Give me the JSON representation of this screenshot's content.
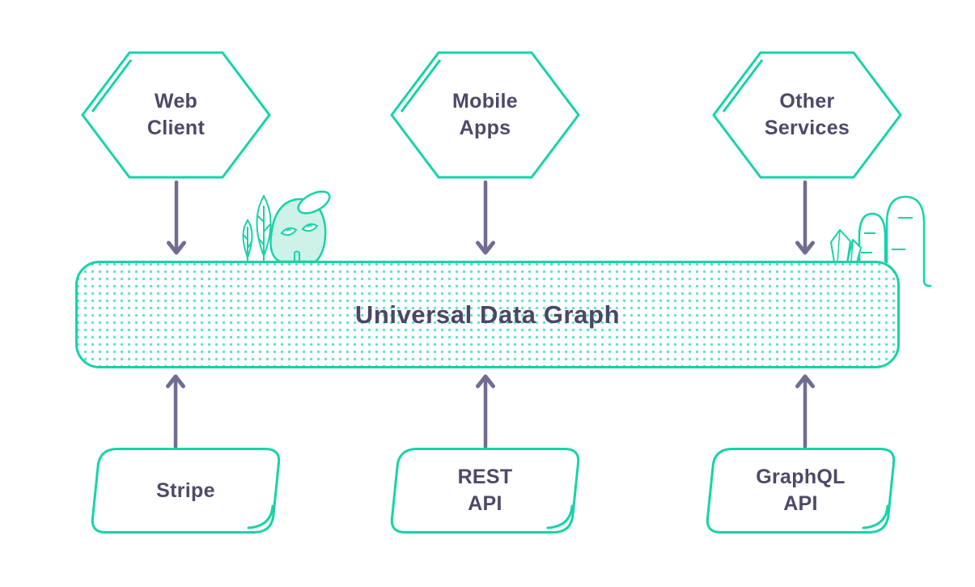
{
  "bar": {
    "title": "Universal Data Graph"
  },
  "top_nodes": [
    {
      "id": "web-client",
      "lines": [
        "Web",
        "Client"
      ]
    },
    {
      "id": "mobile-apps",
      "lines": [
        "Mobile",
        "Apps"
      ]
    },
    {
      "id": "other-services",
      "lines": [
        "Other",
        "Services"
      ]
    }
  ],
  "bottom_nodes": [
    {
      "id": "stripe",
      "lines": [
        "Stripe"
      ]
    },
    {
      "id": "rest-api",
      "lines": [
        "REST",
        "API"
      ]
    },
    {
      "id": "graphql-api",
      "lines": [
        "GraphQL",
        "API"
      ]
    }
  ],
  "decorations": {
    "left": "ghost-mascot-with-trees",
    "right": "crystals-and-hills"
  },
  "colors": {
    "accent_teal": "#17d3a8",
    "mint_fill": "#cdf3e9",
    "text_dark": "#4c4969",
    "arrow_purple": "#706d92",
    "dot_teal": "#28dab6"
  }
}
